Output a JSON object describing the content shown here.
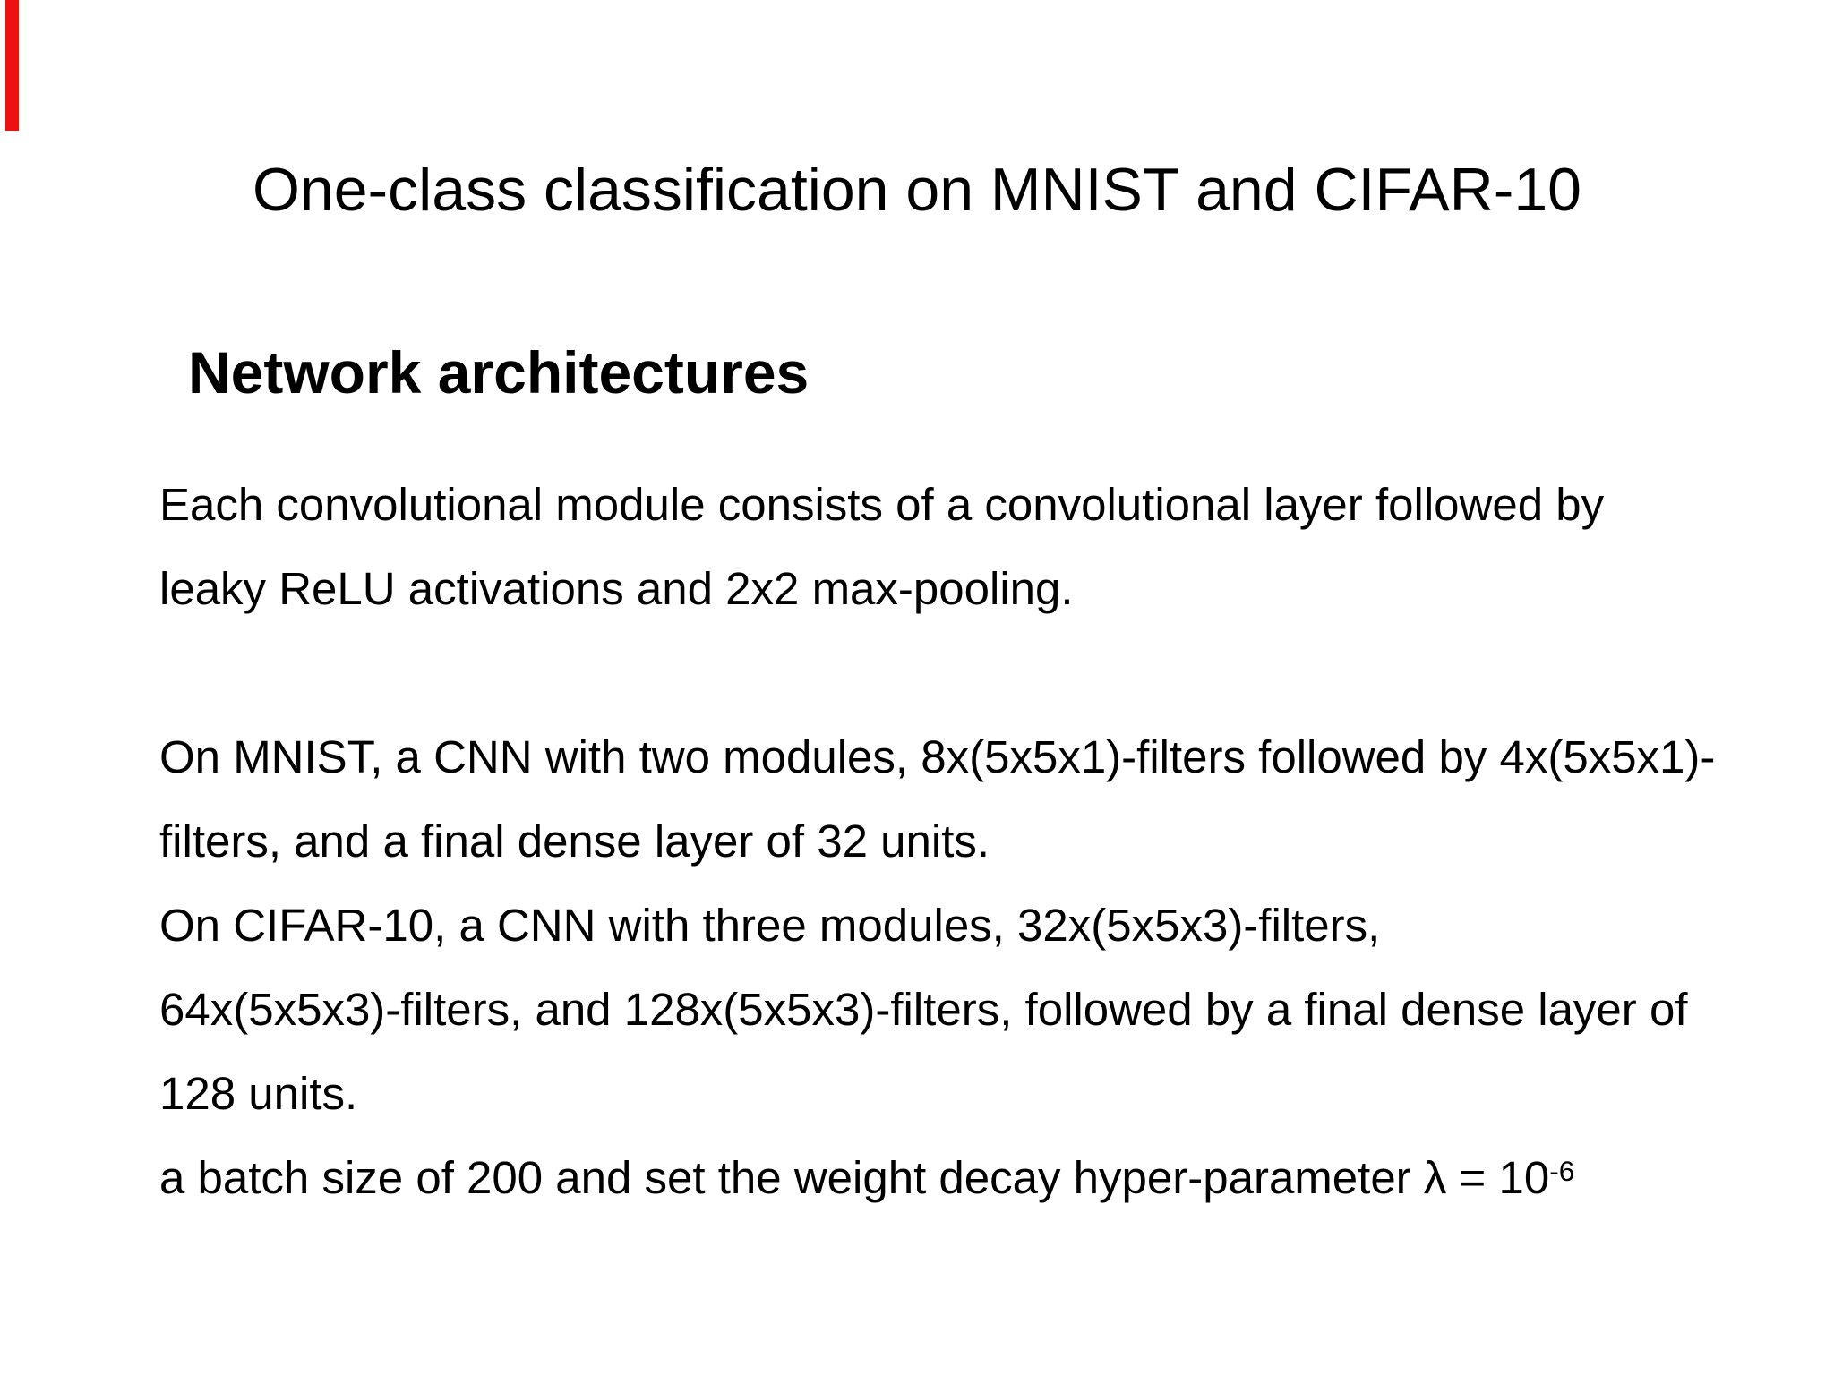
{
  "slide": {
    "accent_color": "#ee1111",
    "title": "One-class classification on MNIST and CIFAR-10",
    "section_heading": "Network architectures",
    "paragraph1_lines": [
      "Each convolutional module consists of a convolutional layer followed by",
      "leaky ReLU activations and 2x2 max-pooling."
    ],
    "paragraph2_lines": [
      "On MNIST, a CNN with two modules, 8x(5x5x1)-filters followed by 4x(5x5x1)-",
      "filters, and a final dense layer of 32 units.",
      "On CIFAR-10, a CNN with three modules, 32x(5x5x3)-filters,",
      "64x(5x5x3)-filters, and 128x(5x5x3)-filters, followed by a final dense layer of",
      "128 units."
    ],
    "final_line": {
      "text": "a batch size of 200 and set the weight decay hyper-parameter λ = 10",
      "superscript": "-6"
    }
  }
}
